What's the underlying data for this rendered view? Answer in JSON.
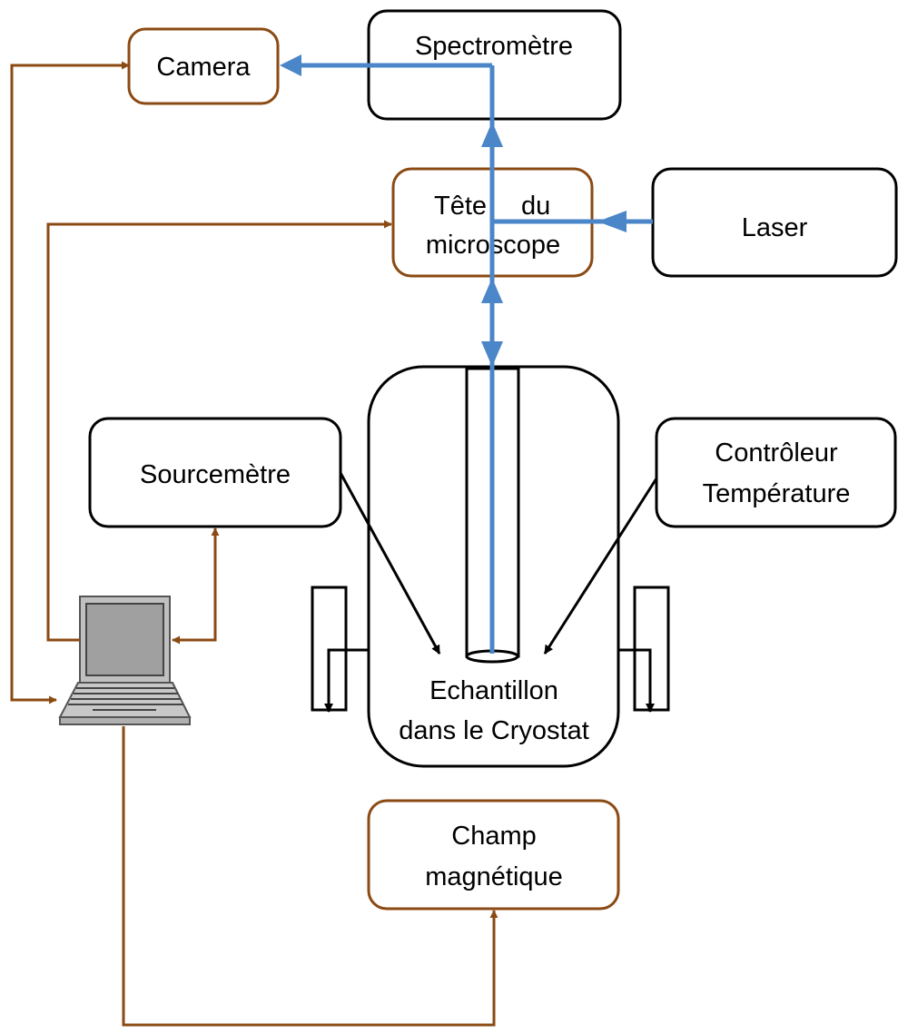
{
  "boxes": {
    "camera": "Camera",
    "spectrometer": "Spectromètre",
    "microscope_head": [
      "Tête",
      "du",
      "microscope"
    ],
    "laser": "Laser",
    "sourcemeter": "Sourcemètre",
    "temperature_controller": [
      "Contrôleur",
      "Température"
    ],
    "cryostat": [
      "Echantillon",
      "dans le Cryostat"
    ],
    "magnetic_field": [
      "Champ",
      "magnétique"
    ]
  },
  "colors": {
    "signal_line": "#8b4a13",
    "optical_path": "#4a86c8",
    "mechanical": "#000000",
    "box_border_brown": "#8b4a13",
    "box_border_black": "#000000",
    "computer_body": "#b0b0b0",
    "computer_screen": "#9c9c9c"
  },
  "icons": {
    "computer": "laptop-icon"
  }
}
